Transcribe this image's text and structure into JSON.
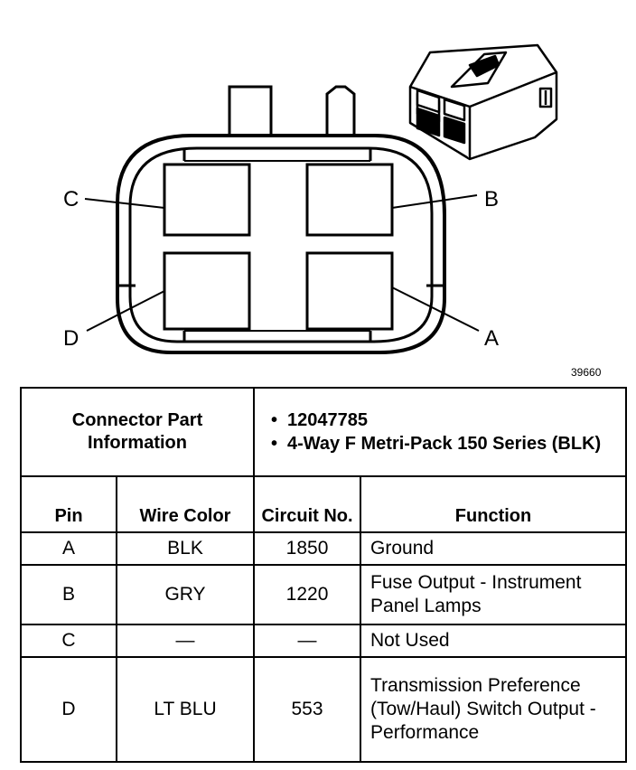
{
  "diagram": {
    "figure_number": "39660",
    "pins": [
      {
        "label": "C"
      },
      {
        "label": "B"
      },
      {
        "label": "D"
      },
      {
        "label": "A"
      }
    ]
  },
  "table": {
    "part_info_header": "Connector Part Information",
    "part_details": [
      "12047785",
      "4-Way F Metri-Pack 150 Series (BLK)"
    ],
    "columns": {
      "pin": "Pin",
      "wire_color": "Wire Color",
      "circuit_no": "Circuit No.",
      "function": "Function"
    },
    "rows": [
      {
        "pin": "A",
        "wire_color": "BLK",
        "circuit": "1850",
        "function": "Ground"
      },
      {
        "pin": "B",
        "wire_color": "GRY",
        "circuit": "1220",
        "function": "Fuse Output - Instrument Panel Lamps"
      },
      {
        "pin": "C",
        "wire_color": "—",
        "circuit": "—",
        "function": "Not Used"
      },
      {
        "pin": "D",
        "wire_color": "LT BLU",
        "circuit": "553",
        "function": "Transmission Preference (Tow/Haul) Switch Output - Performance"
      }
    ]
  }
}
